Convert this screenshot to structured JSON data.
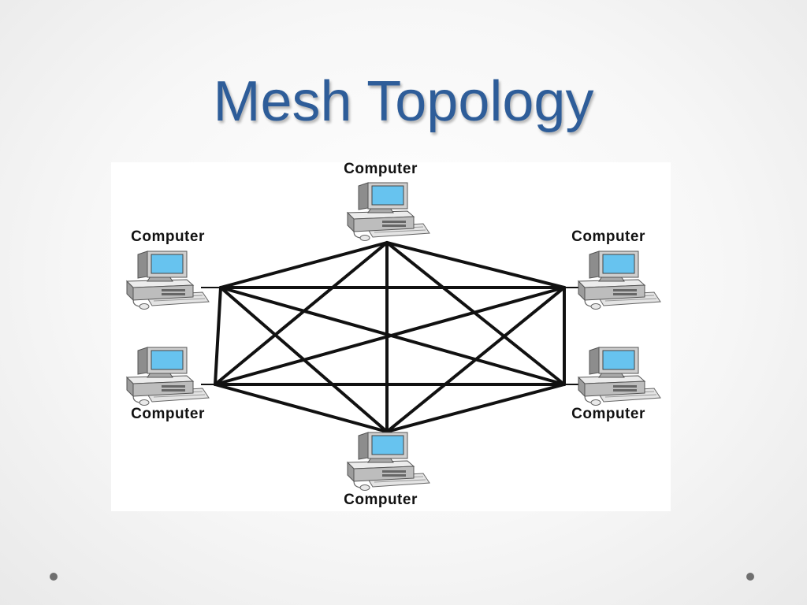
{
  "slide": {
    "title": "Mesh Topology"
  },
  "diagram": {
    "nodes": [
      {
        "id": "top",
        "label": "Computer"
      },
      {
        "id": "upper-left",
        "label": "Computer"
      },
      {
        "id": "upper-right",
        "label": "Computer"
      },
      {
        "id": "lower-left",
        "label": "Computer"
      },
      {
        "id": "lower-right",
        "label": "Computer"
      },
      {
        "id": "bottom",
        "label": "Computer"
      }
    ],
    "connections": "every computer linked to every other computer"
  },
  "colors": {
    "title": "#2e5d99",
    "screen": "#67c3ef",
    "links": "#111111"
  }
}
